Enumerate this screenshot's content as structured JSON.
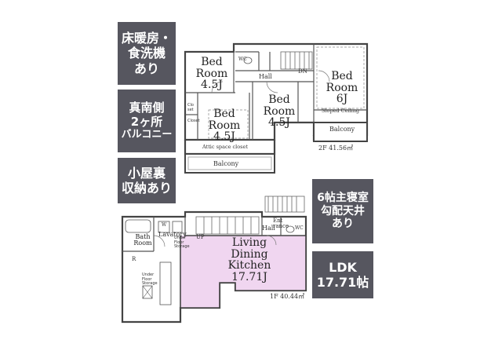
{
  "badges": {
    "floor_heating": [
      "床暖房・",
      "食洗機",
      "あり"
    ],
    "south_balcony": [
      "真南側",
      "2ヶ所",
      "バルコニー"
    ],
    "attic": [
      "小屋裏",
      "収納あり"
    ],
    "master_bedroom": [
      "6帖主寝室",
      "勾配天井",
      "あり"
    ],
    "ldk": [
      "LDK",
      "17.71帖"
    ]
  },
  "floor2": {
    "bed1": [
      "Bed",
      "Room",
      "4.5J"
    ],
    "bed2": [
      "Bed",
      "Room",
      "4.5J"
    ],
    "bed3": [
      "Bed",
      "Room",
      "4.5J"
    ],
    "bed4": [
      "Bed",
      "Room",
      "6J"
    ],
    "sloped_ceiling": "Sloped Ceiling",
    "attic_closet": "Attic space closet",
    "hall": "Hall",
    "dn": "DN",
    "wc": "WC",
    "closet1": "Clo set",
    "closet2": "Closet",
    "balcony_left": "Balcony",
    "balcony_right": "Balcony",
    "area": "2F  41.56㎡"
  },
  "floor1": {
    "ldk": [
      "Living",
      "Dining",
      "Kitchen",
      "17.71J"
    ],
    "bath": [
      "Bath",
      "Room"
    ],
    "lavatory": "Lavatory",
    "hall": "Hall",
    "entrance": "Ent rance",
    "wc": "WC",
    "up": "UP",
    "w": "W",
    "r": "R",
    "under_floor_storage1": "Under Floor Storage",
    "under_floor_storage2": "Under Floor Storage",
    "area": "1F  40.44㎡"
  },
  "colors": {
    "badge_bg": "#56565f",
    "ldk_fill": "#f0d6f0",
    "wall": "#444444"
  }
}
